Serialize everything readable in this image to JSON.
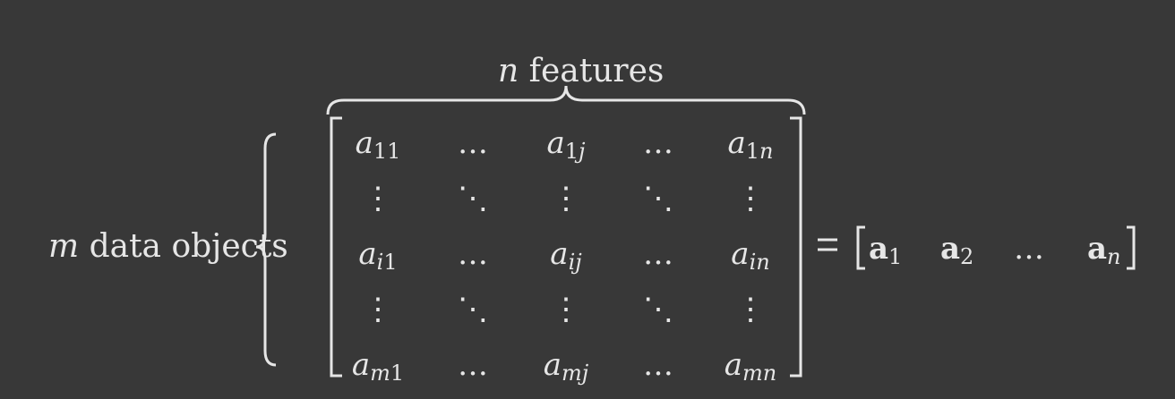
{
  "labels": {
    "top_var": "n",
    "top_text": " features",
    "left_var": "m",
    "left_text": " data objects",
    "equals": "="
  },
  "matrix": {
    "rows": [
      [
        {
          "base": "a",
          "sub": "11"
        },
        {
          "dots": "…"
        },
        {
          "base": "a",
          "sub": "1j"
        },
        {
          "dots": "…"
        },
        {
          "base": "a",
          "sub": "1n"
        }
      ],
      [
        {
          "dots": "⋮"
        },
        {
          "dots": "⋱"
        },
        {
          "dots": "⋮"
        },
        {
          "dots": "⋱"
        },
        {
          "dots": "⋮"
        }
      ],
      [
        {
          "base": "a",
          "sub": "i1"
        },
        {
          "dots": "…"
        },
        {
          "base": "a",
          "sub": "ij"
        },
        {
          "dots": "…"
        },
        {
          "base": "a",
          "sub": "in"
        }
      ],
      [
        {
          "dots": "⋮"
        },
        {
          "dots": "⋱"
        },
        {
          "dots": "⋮"
        },
        {
          "dots": "⋱"
        },
        {
          "dots": "⋮"
        }
      ],
      [
        {
          "base": "a",
          "sub": "m1"
        },
        {
          "dots": "…"
        },
        {
          "base": "a",
          "sub": "mj"
        },
        {
          "dots": "…"
        },
        {
          "base": "a",
          "sub": "mn"
        }
      ]
    ]
  },
  "vectors": [
    {
      "base": "a",
      "sub": "1"
    },
    {
      "base": "a",
      "sub": "2"
    },
    {
      "dots": "…"
    },
    {
      "base": "a",
      "sub": "n"
    }
  ],
  "colors": {
    "background": "#383838",
    "ink": "#e6e6e6"
  }
}
